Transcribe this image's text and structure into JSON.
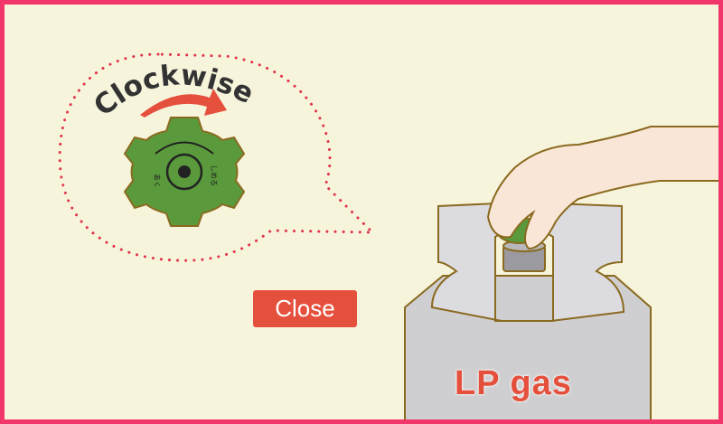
{
  "illustration": {
    "direction_label": "Clockwise",
    "valve_open_mark": "あく",
    "valve_close_mark": "しめる",
    "cylinder_label": "LP gas"
  },
  "close_button": {
    "label": "Close"
  },
  "colors": {
    "border": "#f2356b",
    "background": "#f7f4dc",
    "accent": "#e5503c",
    "valve": "#5a9a3c"
  }
}
